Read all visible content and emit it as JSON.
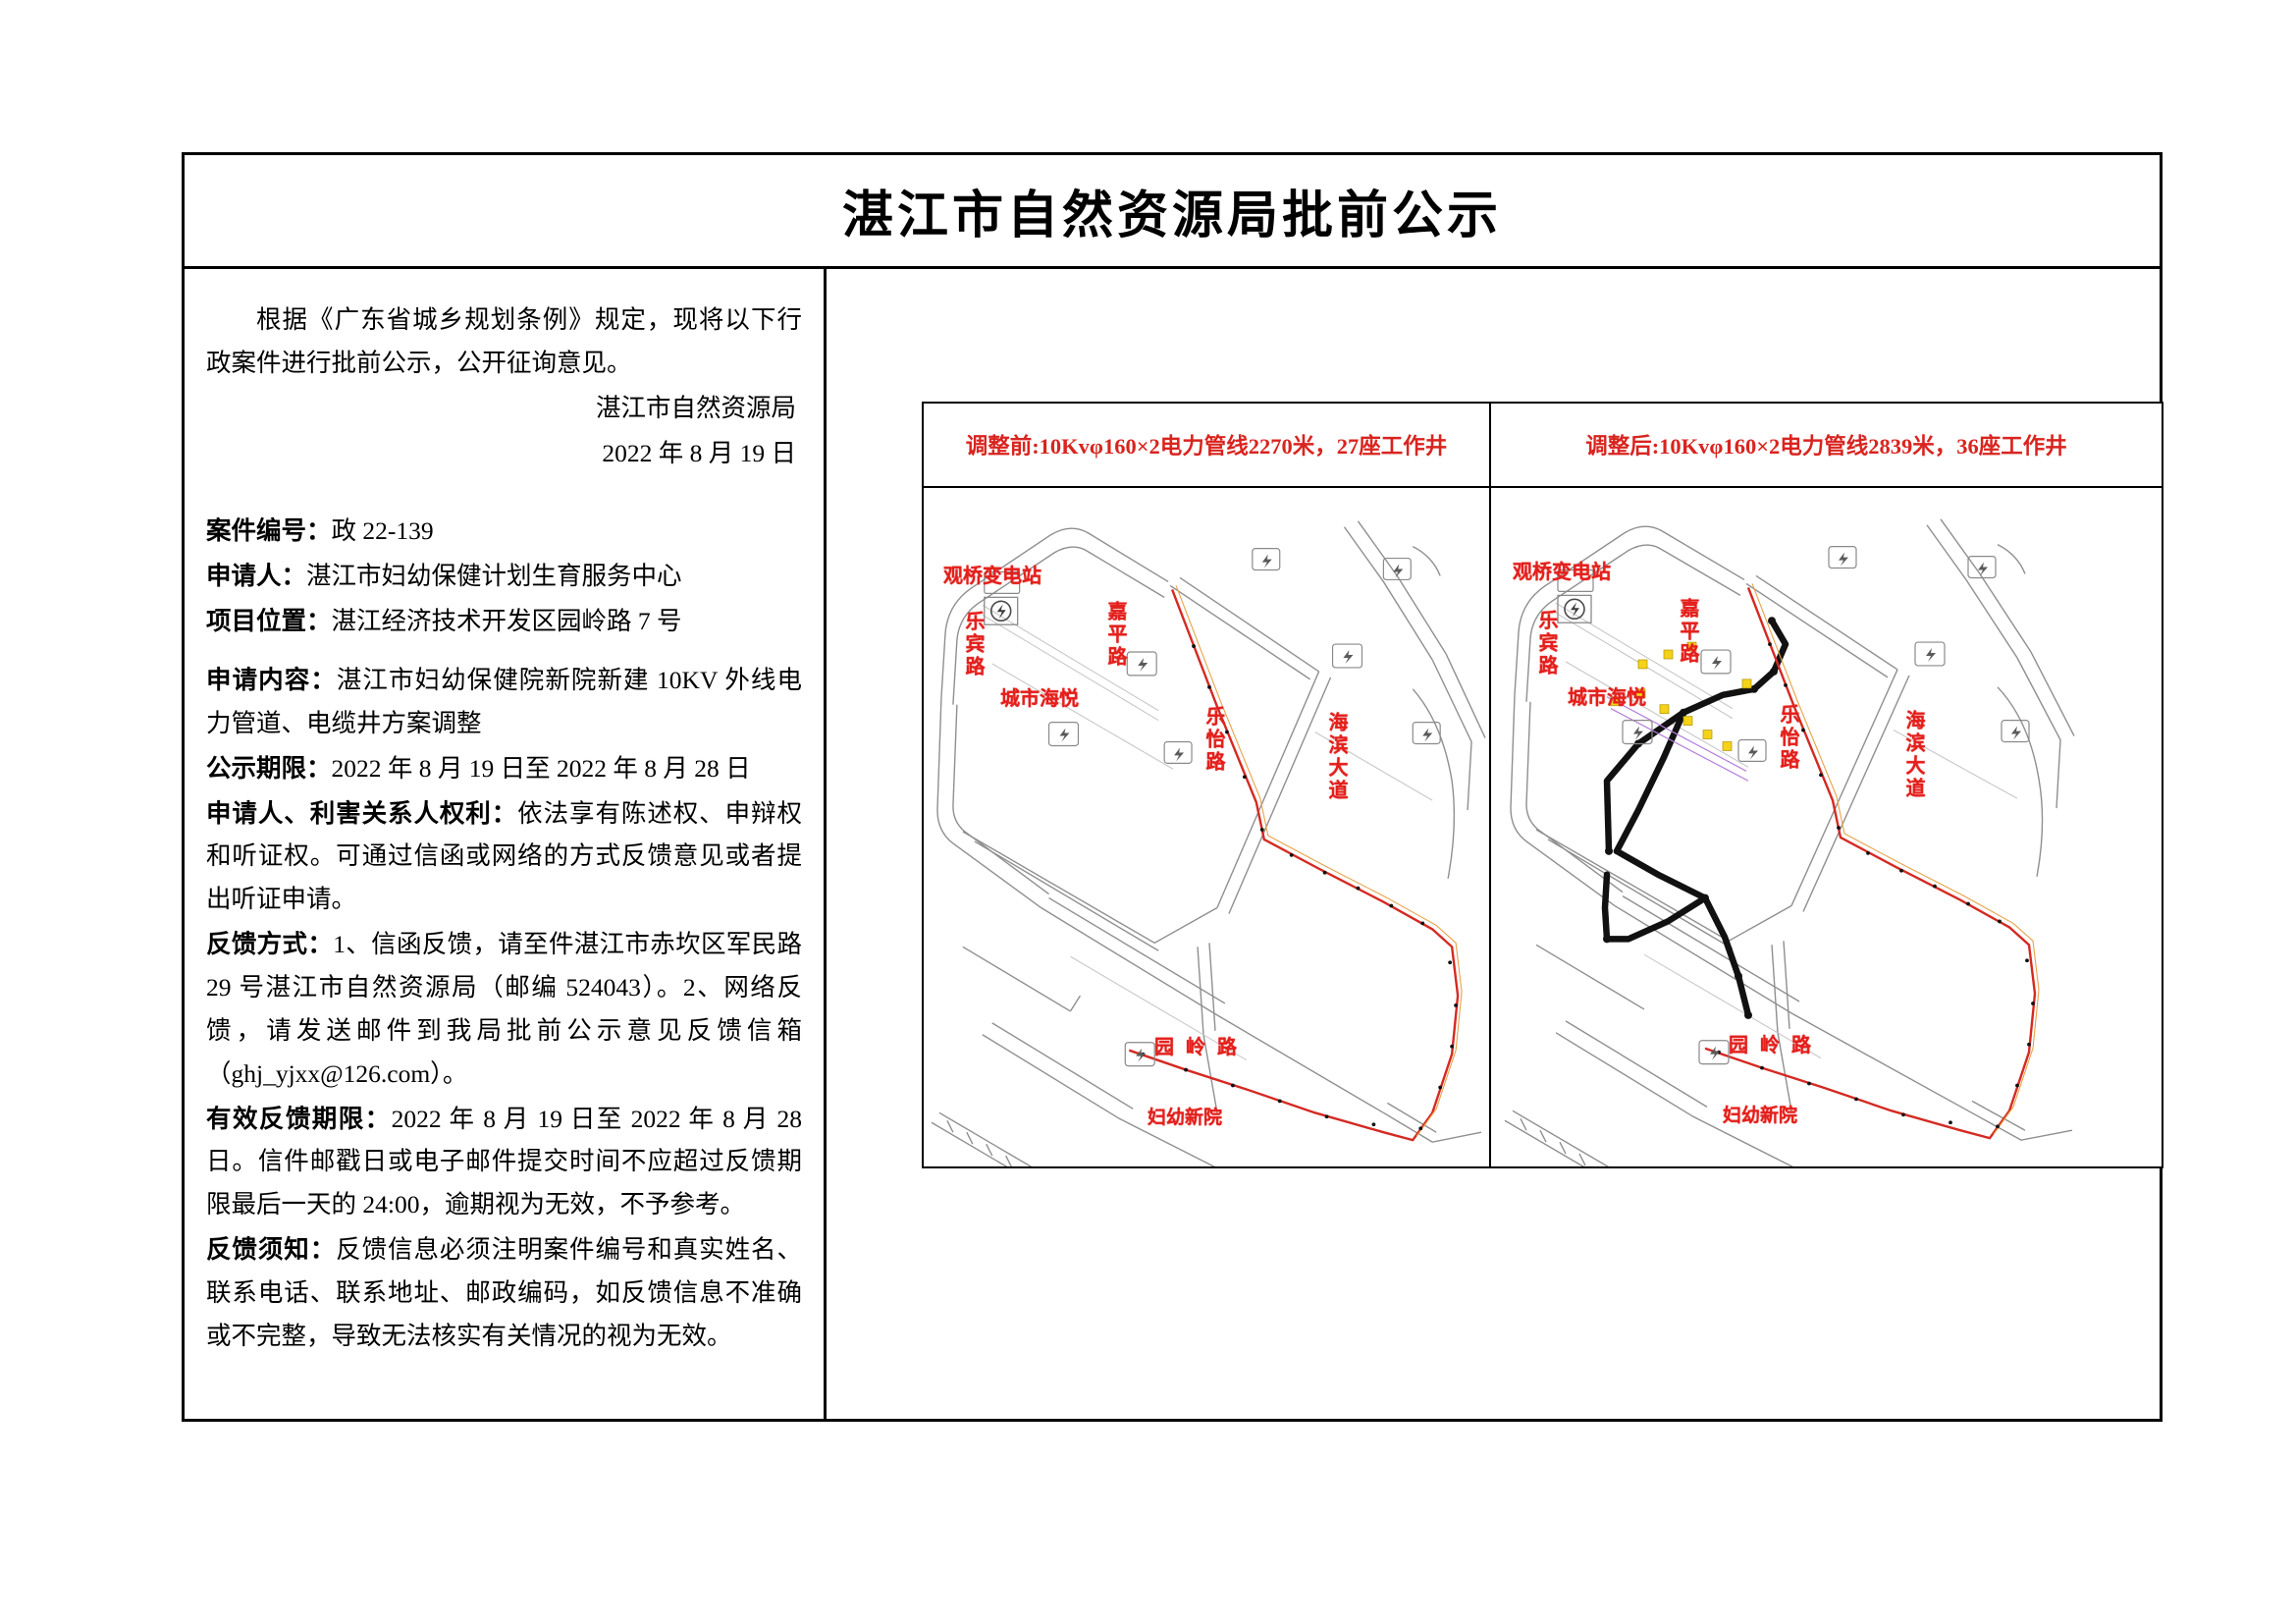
{
  "page": {
    "title": "湛江市自然资源局批前公示"
  },
  "notice": {
    "intro": "根据《广东省城乡规划条例》规定，现将以下行政案件进行批前公示，公开征询意见。",
    "issuer": "湛江市自然资源局",
    "issue_date": "2022 年 8 月 19 日",
    "fields": [
      {
        "label": "案件编号：",
        "value": "政 22-139"
      },
      {
        "label": "申请人：",
        "value": "湛江市妇幼保健计划生育服务中心"
      },
      {
        "label": "项目位置：",
        "value": "湛江经济技术开发区园岭路 7 号"
      },
      {
        "label": "申请内容：",
        "value": "湛江市妇幼保健院新院新建 10KV 外线电力管道、电缆井方案调整"
      },
      {
        "label": "公示期限：",
        "value": "2022 年 8 月 19 日至 2022 年 8 月 28 日"
      },
      {
        "label": "申请人、利害关系人权利：",
        "value": "依法享有陈述权、申辩权和听证权。可通过信函或网络的方式反馈意见或者提出听证申请。"
      },
      {
        "label": "反馈方式：",
        "value": "1、信函反馈，请至件湛江市赤坎区军民路 29 号湛江市自然资源局（邮编 524043）。2、网络反馈，请发送邮件到我局批前公示意见反馈信箱（ghj_yjxx@126.com）。"
      },
      {
        "label": "有效反馈期限：",
        "value": "2022 年 8 月 19 日至 2022 年 8 月 28 日。信件邮戳日或电子邮件提交时间不应超过反馈期限最后一天的 24:00，逾期视为无效，不予参考。"
      },
      {
        "label": "反馈须知：",
        "value": "反馈信息必须注明案件编号和真实姓名、联系电话、联系地址、邮政编码，如反馈信息不准确或不完整，导致无法核实有关情况的视为无效。"
      }
    ]
  },
  "maps": {
    "before": {
      "header": "调整前:10Kvφ160×2电力管线2270米，27座工作井",
      "labels": {
        "substation": "观桥变电站",
        "lebin_road": "乐宾路",
        "jiaping_road": "嘉平路",
        "chengshi_haiyue": "城市海悦",
        "leyi_road": "乐怡路",
        "haibin_avenue": "海滨大道",
        "yuanling_road": "园岭路",
        "funv_hospital": "妇幼新院"
      }
    },
    "after": {
      "header": "调整后:10Kvφ160×2电力管线2839米，36座工作井",
      "labels": {
        "substation": "观桥变电站",
        "lebin_road": "乐宾路",
        "jiaping_road": "嘉平路",
        "chengshi_haiyue": "城市海悦",
        "leyi_road": "乐怡路",
        "haibin_avenue": "海滨大道",
        "yuanling_road": "园岭路",
        "funv_hospital": "妇幼新院"
      }
    }
  },
  "colors": {
    "annotation_red": "#e3201c",
    "header_red": "#d9241f",
    "route_red": "#d42a22",
    "route_black": "#111111",
    "base_gray": "#8a8a8a",
    "frame_black": "#000000"
  }
}
